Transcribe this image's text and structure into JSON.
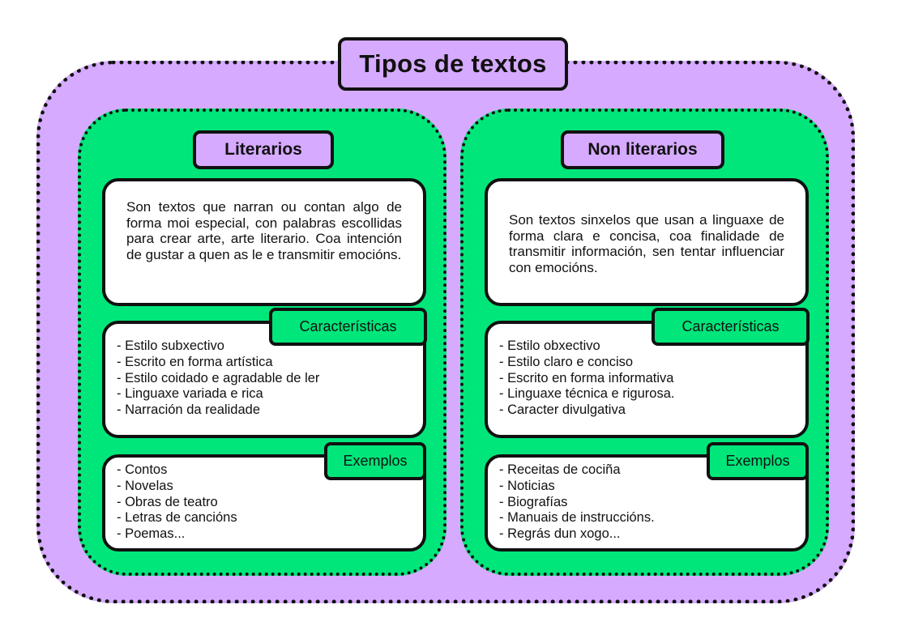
{
  "title": "Tipos de textos",
  "literarios": {
    "label": "Literarios",
    "definition": "Son textos que narran ou contan algo de forma moi especial, con palabras escollidas para crear arte, arte literario. Coa intención de gustar a quen as le e transmitir emocións.",
    "characteristics_label": "Características",
    "characteristics": [
      "- Estilo subxectivo",
      "- Escrito en forma artística",
      "- Estilo coidado e agradable de ler",
      "- Linguaxe variada e rica",
      "- Narración da realidade"
    ],
    "examples_label": "Exemplos",
    "examples": [
      "- Contos",
      "- Novelas",
      "- Obras de teatro",
      "- Letras de cancións",
      "- Poemas..."
    ]
  },
  "non_literarios": {
    "label": "Non literarios",
    "definition": "Son textos sinxelos que usan a linguaxe de forma clara e concisa, coa finalidade de transmitir información, sen tentar influenciar con emocións.",
    "characteristics_label": "Características",
    "characteristics": [
      "- Estilo obxectivo",
      "- Estilo claro e conciso",
      "- Escrito en forma informativa",
      "- Linguaxe técnica e rigurosa.",
      "- Caracter divulgativa"
    ],
    "examples_label": "Exemplos",
    "examples": [
      "- Receitas de cociña",
      "- Noticias",
      "- Biografías",
      "- Manuais de instruccións.",
      "- Regrás dun xogo..."
    ]
  },
  "colors": {
    "outer_fill": "#d6aaff",
    "column_fill": "#00e67a",
    "box_fill": "#ffffff",
    "border": "#111111"
  }
}
